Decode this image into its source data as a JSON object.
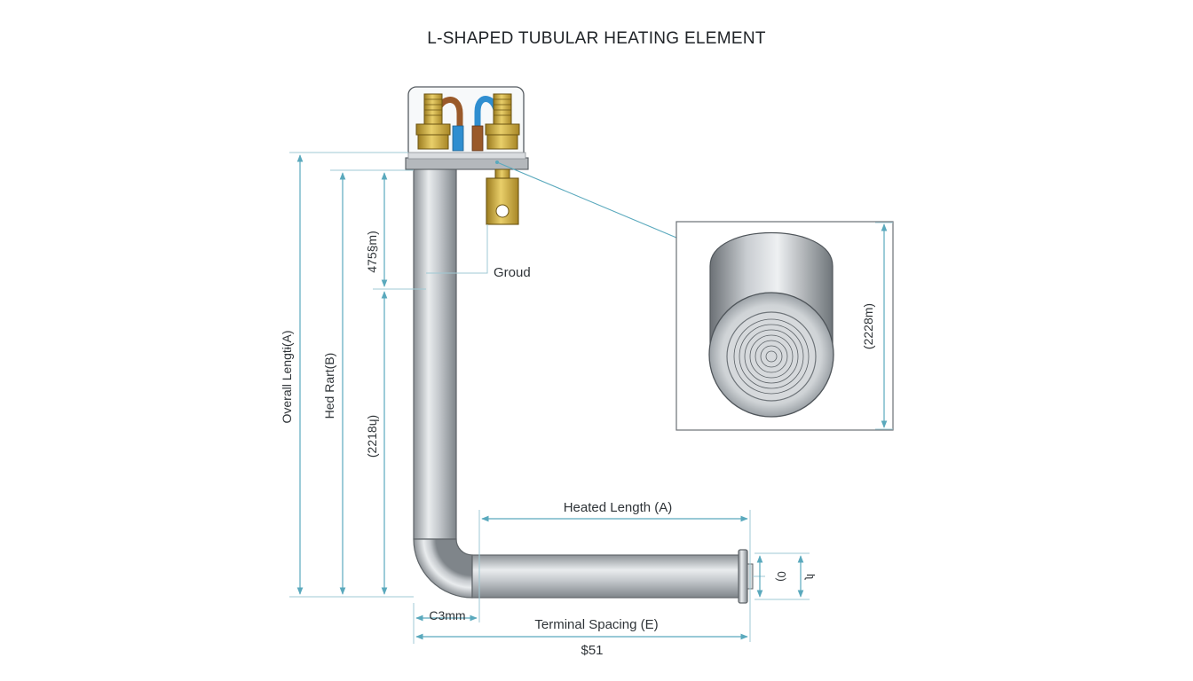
{
  "title": "L-SHAPED TUBULAR HEATING ELEMENT",
  "labels": {
    "ground": "Groud",
    "overall_length": "Overall Lengtɨ(A)",
    "heated_part": "Hed Rart(B)",
    "upper_dim": "475§m)",
    "lower_dim": "(2218ɥ)",
    "detail_dim": "(2228m)",
    "heated_length": "Heated Length (A)",
    "c_dim": "C3mm",
    "terminal_spacing": "Terminal Spacing (E)",
    "bottom_dim": "$51",
    "end_dim_1": "0)",
    "end_dim_2": "Iʅ"
  },
  "colors": {
    "dimension_line": "#5aa9bd",
    "tube_metal": "#b9bec3",
    "brass": "#c9a53a",
    "wire_brown": "#9a5a2a",
    "wire_blue": "#2f8ed0"
  },
  "icons": {
    "terminal_head": "terminal-box-icon",
    "ground_lug": "ground-lug-icon",
    "cross_section": "tube-cross-section-icon"
  }
}
